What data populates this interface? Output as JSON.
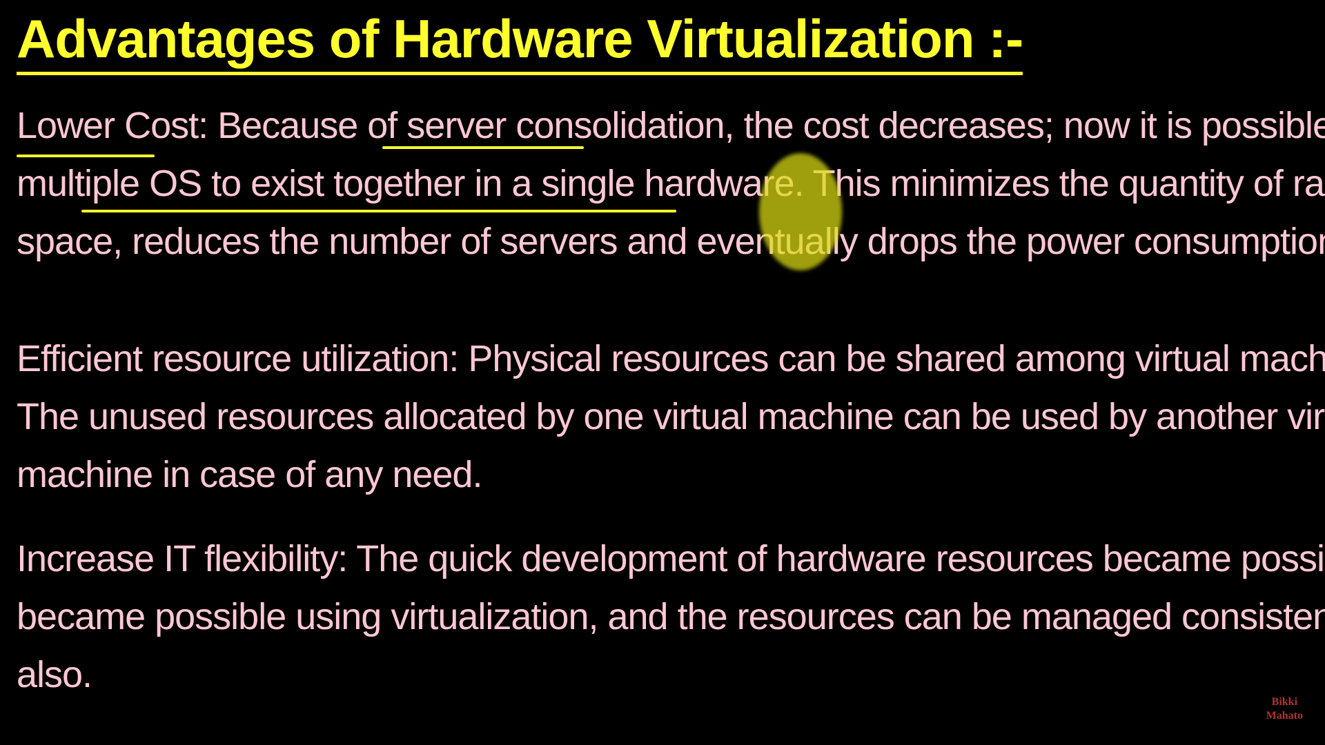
{
  "slide": {
    "title": "Advantages of Hardware Virtualization :-",
    "paragraphs": [
      {
        "lines": [
          "Lower Cost: Because of server consolidation, the cost decreases; now it is possible for",
          "multiple OS to exist together in a single hardware. This minimizes the quantity of rack",
          "space, reduces the number of servers and eventually drops the power consumption."
        ]
      },
      {
        "lines": [
          "Efficient resource utilization: Physical resources can be shared among virtual machines.",
          "The unused resources allocated by one virtual machine can be used by another virtual",
          "machine in case of any need."
        ]
      },
      {
        "lines": [
          "Increase IT flexibility: The quick development of hardware resources became possible",
          "became possible using virtualization, and the resources can be managed consistently",
          "also."
        ]
      }
    ],
    "watermark": {
      "line1": "Bikki",
      "line2": "Mahato"
    }
  },
  "colors": {
    "background": "#000000",
    "title": "#ffff2e",
    "body_text": "#ffc7d4",
    "annotation": "#ffff2e",
    "pointer": "#dcdc14",
    "watermark": "#b3332f"
  }
}
